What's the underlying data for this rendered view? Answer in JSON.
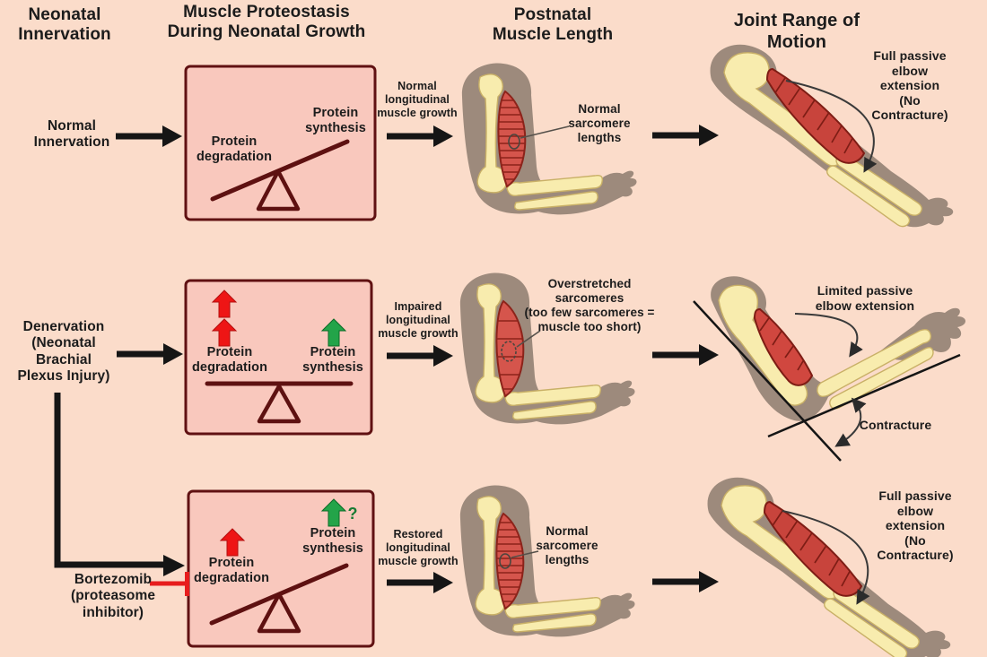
{
  "headers": {
    "col1": "Neonatal\nInnervation",
    "col2": "Muscle Proteostasis\nDuring Neonatal Growth",
    "col3": "Postnatal\nMuscle Length",
    "col4": "Joint Range of Motion"
  },
  "rows": [
    {
      "id": "normal-innervation",
      "left_label": "Normal\nInnervation",
      "box": {
        "degradation_label": "Protein\ndegradation",
        "synthesis_label": "Protein\nsynthesis",
        "balance_state": "tilted-synthesis-up"
      },
      "growth_label": "Normal\nlongitudinal\nmuscle growth",
      "sarcomere_label": "Normal\nsarcomere\nlengths",
      "outcome_label": "Full passive\nelbow extension\n(No Contracture)"
    },
    {
      "id": "denervation",
      "left_label": "Denervation\n(Neonatal\nBrachial\nPlexus Injury)",
      "box": {
        "degradation_label": "Protein\ndegradation",
        "synthesis_label": "Protein\nsynthesis",
        "degradation_up_arrows": 2,
        "synthesis_up_arrows": 1,
        "balance_state": "balanced"
      },
      "growth_label": "Impaired\nlongitudinal\nmuscle growth",
      "sarcomere_label": "Overstretched\nsarcomeres\n(too few sarcomeres =\nmuscle too short)",
      "outcome_label": "Limited passive\nelbow extension",
      "contracture_label": "Contracture"
    },
    {
      "id": "bortezomib",
      "left_label": "Bortezomib\n(proteasome\ninhibitor)",
      "box": {
        "degradation_label": "Protein\ndegradation",
        "synthesis_label": "Protein\nsynthesis",
        "degradation_up_arrows": 1,
        "synthesis_up_arrows": 1,
        "synthesis_note": "?",
        "balance_state": "tilted-synthesis-up"
      },
      "growth_label": "Restored\nlongitudinal\nmuscle growth",
      "sarcomere_label": "Normal\nsarcomere\nlengths",
      "outcome_label": "Full passive\nelbow extension\n(No Contracture)"
    }
  ],
  "colors": {
    "background": "#fbdcca",
    "box_fill": "#f9c8bd",
    "box_border": "#601112",
    "seesaw": "#5e1111",
    "black_arrow": "#151515",
    "red_up_arrow": "#ee1515",
    "green_up_arrow": "#23a449",
    "inhibitor_red": "#e71d1d",
    "arm_gray": "#9d8a7c",
    "bone_cream": "#f8ecae",
    "muscle_red": "#d5554c",
    "muscle_stripe": "#8c231a",
    "text": "#1c1c1c"
  }
}
